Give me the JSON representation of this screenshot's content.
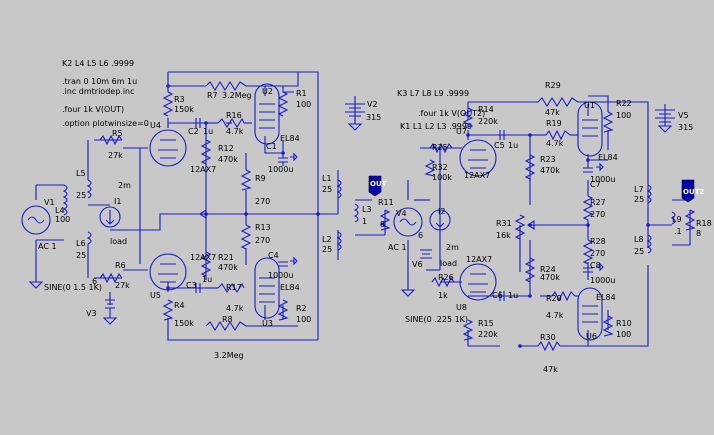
{
  "directives_left": {
    "coupling": "K2 L4 L5 L6 .9999",
    "tran": ".tran 0 10m 6m 1u",
    "inc": ".inc dmtriodep.inc",
    "four": ".four 1k V(OUT)",
    "option": ".option plotwinsize=0"
  },
  "directives_right": {
    "coupling1": "K3 L7 L8 L9 .9999",
    "four": ".four 1k V(OUT2)",
    "coupling2": "K1 L1 L2 L3 .9999"
  },
  "left_components": [
    {
      "ref": "R7",
      "value": "3.2Meg"
    },
    {
      "ref": "R3",
      "value": "150k"
    },
    {
      "ref": "U4",
      "value": ""
    },
    {
      "ref": "C2",
      "value": "1u"
    },
    {
      "ref": "R16",
      "value": "4.7k"
    },
    {
      "ref": "U2",
      "value": "EL84"
    },
    {
      "ref": "R1",
      "value": "100"
    },
    {
      "ref": "R12",
      "value": "470k"
    },
    {
      "ref": "C1",
      "value": "1000u"
    },
    {
      "ref": "R9",
      "value": "270"
    },
    {
      "ref": "R13",
      "value": "270"
    },
    {
      "ref": "R21",
      "value": "470k"
    },
    {
      "ref": "C4",
      "value": "1000u"
    },
    {
      "ref": "C3",
      "value": "1u"
    },
    {
      "ref": "R17",
      "value": "4.7k"
    },
    {
      "ref": "R4",
      "value": "150k"
    },
    {
      "ref": "R8",
      "value": "3.2Meg"
    },
    {
      "ref": "U3",
      "value": "EL84"
    },
    {
      "ref": "R2",
      "value": "100"
    },
    {
      "ref": "U5",
      "value": ""
    },
    {
      "ref": "R5",
      "value": "27k"
    },
    {
      "ref": "R6",
      "value": "27k"
    },
    {
      "ref": "V1",
      "value": "AC 1"
    },
    {
      "ref": "L4",
      "value": "100"
    },
    {
      "ref": "L5",
      "value": "25"
    },
    {
      "ref": "L6",
      "value": "25"
    },
    {
      "ref": "I1",
      "value": "load"
    },
    {
      "ref": "V3",
      "value": "6"
    },
    {
      "ref": "V2",
      "value": "315"
    },
    {
      "ref": "L1",
      "value": "25"
    },
    {
      "ref": "L2",
      "value": "25"
    },
    {
      "ref": "L3",
      "value": "1"
    },
    {
      "ref": "R11",
      "value": "8"
    }
  ],
  "right_components": [
    {
      "ref": "R29",
      "value": "47k"
    },
    {
      "ref": "R14",
      "value": "220k"
    },
    {
      "ref": "U1",
      "value": "EL84"
    },
    {
      "ref": "R22",
      "value": "100"
    },
    {
      "ref": "R19",
      "value": "4.7k"
    },
    {
      "ref": "C5",
      "value": "1u"
    },
    {
      "ref": "U7",
      "value": ""
    },
    {
      "ref": "R25",
      "value": ""
    },
    {
      "ref": "R32",
      "value": "100k"
    },
    {
      "ref": "R23",
      "value": "470k"
    },
    {
      "ref": "C7",
      "value": "1000u"
    },
    {
      "ref": "R27",
      "value": "270"
    },
    {
      "ref": "R31",
      "value": "16k"
    },
    {
      "ref": "R28",
      "value": "270"
    },
    {
      "ref": "C8",
      "value": "1000u"
    },
    {
      "ref": "R24",
      "value": "470k"
    },
    {
      "ref": "R20",
      "value": "4.7k"
    },
    {
      "ref": "C6",
      "value": "1u"
    },
    {
      "ref": "U8",
      "value": ""
    },
    {
      "ref": "R26",
      "value": "1k"
    },
    {
      "ref": "R15",
      "value": "220k"
    },
    {
      "ref": "R30",
      "value": "47k"
    },
    {
      "ref": "U6",
      "value": "EL84"
    },
    {
      "ref": "R10",
      "value": "100"
    },
    {
      "ref": "V4",
      "value": "AC 1"
    },
    {
      "ref": "I2",
      "value": "load"
    },
    {
      "ref": "V6",
      "value": "6"
    },
    {
      "ref": "V5",
      "value": "315"
    },
    {
      "ref": "L7",
      "value": "25"
    },
    {
      "ref": "L8",
      "value": "25"
    },
    {
      "ref": "L9",
      "value": ".1"
    },
    {
      "ref": "R18",
      "value": "8"
    }
  ],
  "tube_type": "12AX7",
  "source_left": "SINE(0 1.5 1K)",
  "source_right": "SINE(0 .225 1K)",
  "current_left": "2m",
  "current_right": "2m",
  "label_3meg_bottom": "3.2Meg",
  "label_47k_bottom": "47k",
  "net_out": "OUT",
  "net_out2": "OUT2"
}
